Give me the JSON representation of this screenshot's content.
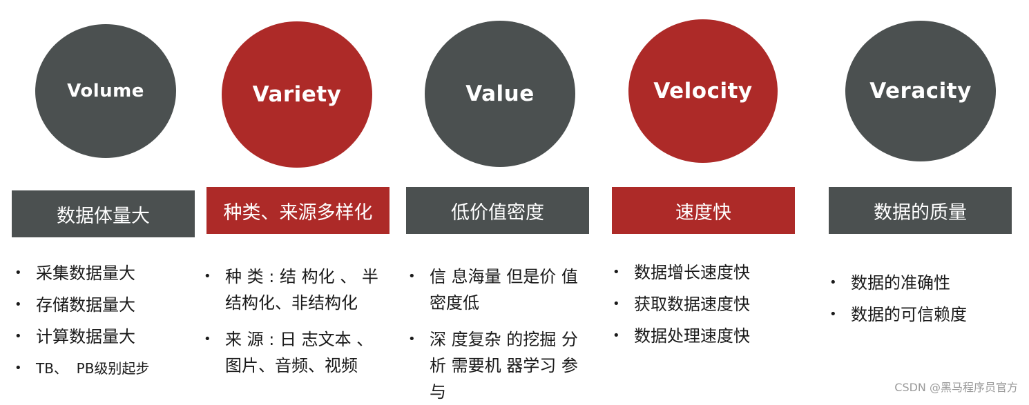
{
  "colors": {
    "gray": "#4b5050",
    "red": "#ad2a28",
    "text": "#1a1a1a",
    "watermark": "#9a9a9a"
  },
  "columns": [
    {
      "circle": "Volume",
      "banner": "数据体量大",
      "color": "gray",
      "bullets": [
        "采集数据量大",
        "存储数据量大",
        "计算数据量大",
        "TB、  PB级别起步"
      ]
    },
    {
      "circle": "Variety",
      "banner": "种类、来源多样化",
      "color": "red",
      "bullets": [
        "种 类 : 结 构化 、 半结构化、非结构化",
        "来 源 : 日 志文本 、 图片、音频、视频"
      ]
    },
    {
      "circle": "Value",
      "banner": "低价值密度",
      "color": "gray",
      "bullets": [
        "信 息海量 但是价 值密度低",
        "深 度复杂 的挖掘 分析 需要机 器学习 参与"
      ]
    },
    {
      "circle": "Velocity",
      "banner": "速度快",
      "color": "red",
      "bullets": [
        "数据增长速度快",
        "获取数据速度快",
        "数据处理速度快"
      ]
    },
    {
      "circle": "Veracity",
      "banner": "数据的质量",
      "color": "gray",
      "bullets": [
        "数据的准确性",
        "数据的可信赖度"
      ]
    }
  ],
  "bullet_symbol": "•",
  "watermark": "CSDN @黑马程序员官方"
}
